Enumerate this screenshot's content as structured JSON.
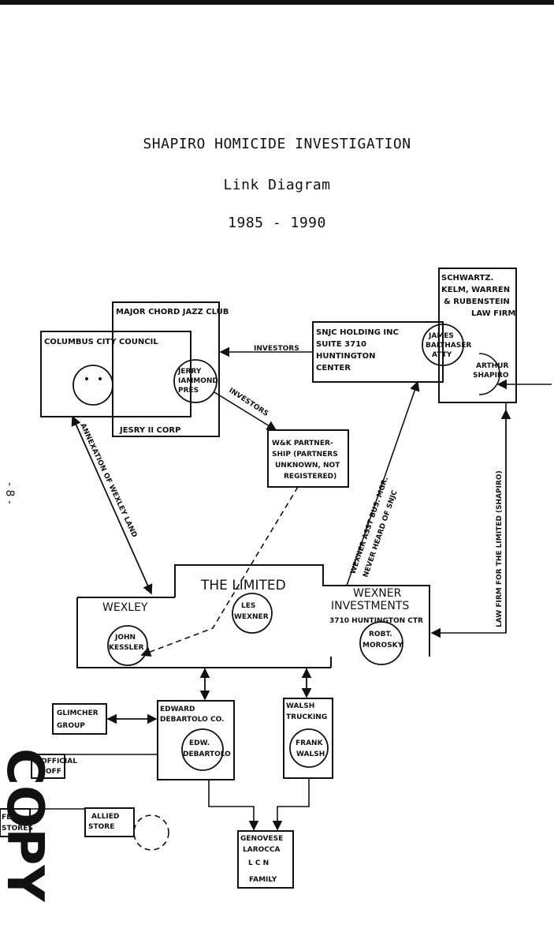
{
  "document": {
    "title": "SHAPIRO HOMICIDE INVESTIGATION",
    "subtitle": "Link Diagram",
    "years": "1985 - 1990",
    "page_number": "- 8 -",
    "stamp": "COPY"
  },
  "nodes": {
    "major_chord": "MAJOR CHORD JAZZ CLUB",
    "columbus_council": "COLUMBUS CITY COUNCIL",
    "jerry": [
      "JERRY",
      "IAMMOND",
      "PRES"
    ],
    "jesry_corp": "JESRY II CORP",
    "snjc": [
      "SNJC HOLDING INC",
      "SUITE 3710",
      "HUNTINGTON",
      "CENTER"
    ],
    "james": [
      "JAMES",
      "BALTHASER",
      "ATTY"
    ],
    "law_firm": [
      "SCHWARTZ.",
      "KELM, WARREN",
      "& RUBENSTEIN",
      "LAW FIRM"
    ],
    "arthur": [
      "ARTHUR",
      "SHAPIRO"
    ],
    "wk": [
      "W&K PARTNER-",
      "SHIP (PARTNERS",
      "UNKNOWN, NOT",
      "REGISTERED)"
    ],
    "the_limited": "THE LIMITED",
    "wexley": "WEXLEY",
    "john": [
      "JOHN",
      "KESSLER"
    ],
    "les": [
      "LES",
      "WEXNER"
    ],
    "wexner_inv": [
      "WEXNER",
      "INVESTMENTS",
      "3710 HUNTINGTON CTR"
    ],
    "robt": [
      "ROBT.",
      "MOROSKY"
    ],
    "glimcher": [
      "GLIMCHER",
      "GROUP"
    ],
    "debartolo_co": [
      "EDWARD",
      "DEBARTOLO CO."
    ],
    "edw": [
      "EDW.",
      "DEBARTOLO"
    ],
    "walsh_trucking": [
      "WALSH",
      "TRUCKING"
    ],
    "frank": [
      "FRANK",
      "WALSH"
    ],
    "genovese": [
      "GENOVESE",
      "LAROCCA",
      "L C N",
      "FAMILY"
    ],
    "official": [
      "OFFICIAL",
      "OFF"
    ],
    "allied": [
      "ALLIED",
      "STORE"
    ],
    "fed": [
      "FED.",
      "STORES"
    ]
  },
  "links": {
    "investors_1": "INVESTORS",
    "investors_2": "INVESTORS",
    "annexation": "ANNEXATION OF WEXLEY LAND",
    "wexner_asst": "WEXNER ASST BUS. MGR.",
    "never_heard": "NEVER HEARD OF SNJC",
    "law_firm_for": "LAW FIRM FOR THE LIMITED (SHAPIRO)"
  }
}
